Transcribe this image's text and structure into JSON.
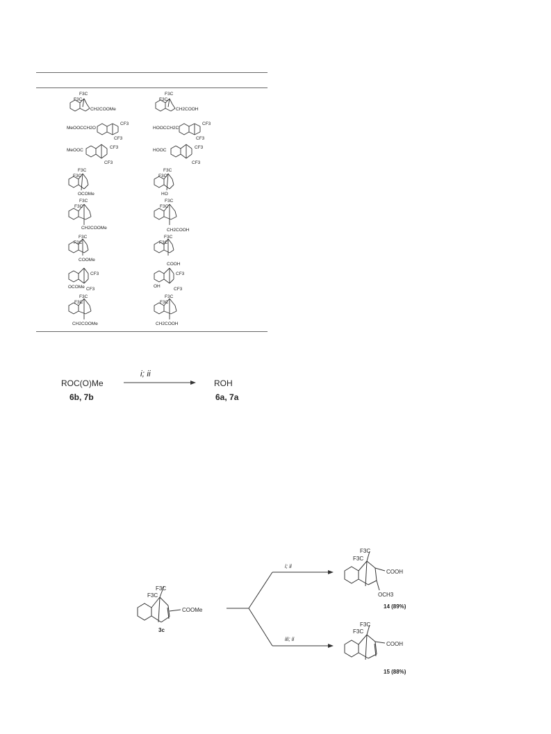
{
  "table": {
    "rows": [
      {
        "left": {
          "subs": [
            "F3C",
            "F3C"
          ],
          "group": "CH2COOMe",
          "kind": "type1"
        },
        "right": {
          "subs": [
            "F3C",
            "F3C"
          ],
          "group": "CH2COOH",
          "kind": "type1"
        }
      },
      {
        "left": {
          "prefix": "MeOOCCH2O",
          "subs": [
            "CF3",
            "CF3"
          ],
          "kind": "type2"
        },
        "right": {
          "prefix": "HOOCCH2C",
          "subs": [
            "CF3",
            "CF3"
          ],
          "kind": "type2"
        }
      },
      {
        "left": {
          "prefix": "MeOOC",
          "subs": [
            "CF3",
            "CF3"
          ],
          "kind": "type2"
        },
        "right": {
          "prefix": "HOOC",
          "subs": [
            "CF3",
            "CF3"
          ],
          "kind": "type2"
        }
      },
      {
        "left": {
          "subs": [
            "F3C",
            "F3C"
          ],
          "group": "OCOMe",
          "kind": "type3"
        },
        "right": {
          "subs": [
            "F3C",
            "F3C"
          ],
          "group": "HO",
          "kind": "type3"
        }
      },
      {
        "left": {
          "subs": [
            "F3C",
            "F3C"
          ],
          "group": "CH2COOMe",
          "kind": "type4"
        },
        "right": {
          "subs": [
            "F3C",
            "F3C"
          ],
          "group": "CH2COOH",
          "kind": "type4"
        }
      },
      {
        "left": {
          "subs": [
            "F3C",
            "F3C"
          ],
          "group": "COOMe",
          "kind": "type4"
        },
        "right": {
          "subs": [
            "F3C",
            "F3C"
          ],
          "group": "COOH",
          "kind": "type4"
        }
      },
      {
        "left": {
          "subs": [
            "CF3",
            "CF3"
          ],
          "group": "OCOMe",
          "kind": "type5"
        },
        "right": {
          "subs": [
            "CF3",
            "CF3"
          ],
          "group": "OH",
          "kind": "type5"
        }
      },
      {
        "left": {
          "subs": [
            "F3C",
            "F3C"
          ],
          "group": "CH2COOMe",
          "kind": "type4"
        },
        "right": {
          "subs": [
            "F3C",
            "F3C"
          ],
          "group": "CH2COOH",
          "kind": "type4"
        }
      }
    ]
  },
  "scheme1": {
    "reactant": "ROC(O)Me",
    "reactant_label": "6b, 7b",
    "conditions": "i; ii",
    "product": "ROH",
    "product_label": "6a, 7a"
  },
  "scheme2": {
    "start_subs": [
      "F3C",
      "F3C"
    ],
    "start_group": "COOMe",
    "start_label": "3c",
    "upper_conditions": "i; ii",
    "upper_subs": [
      "F3C",
      "F3C"
    ],
    "upper_group1": "COOH",
    "upper_group2": "OCH3",
    "upper_label": "14 (89%)",
    "lower_conditions": "iii; ii",
    "lower_subs": [
      "F3C",
      "F3C"
    ],
    "lower_group": "COOH",
    "lower_label": "15 (88%)"
  }
}
